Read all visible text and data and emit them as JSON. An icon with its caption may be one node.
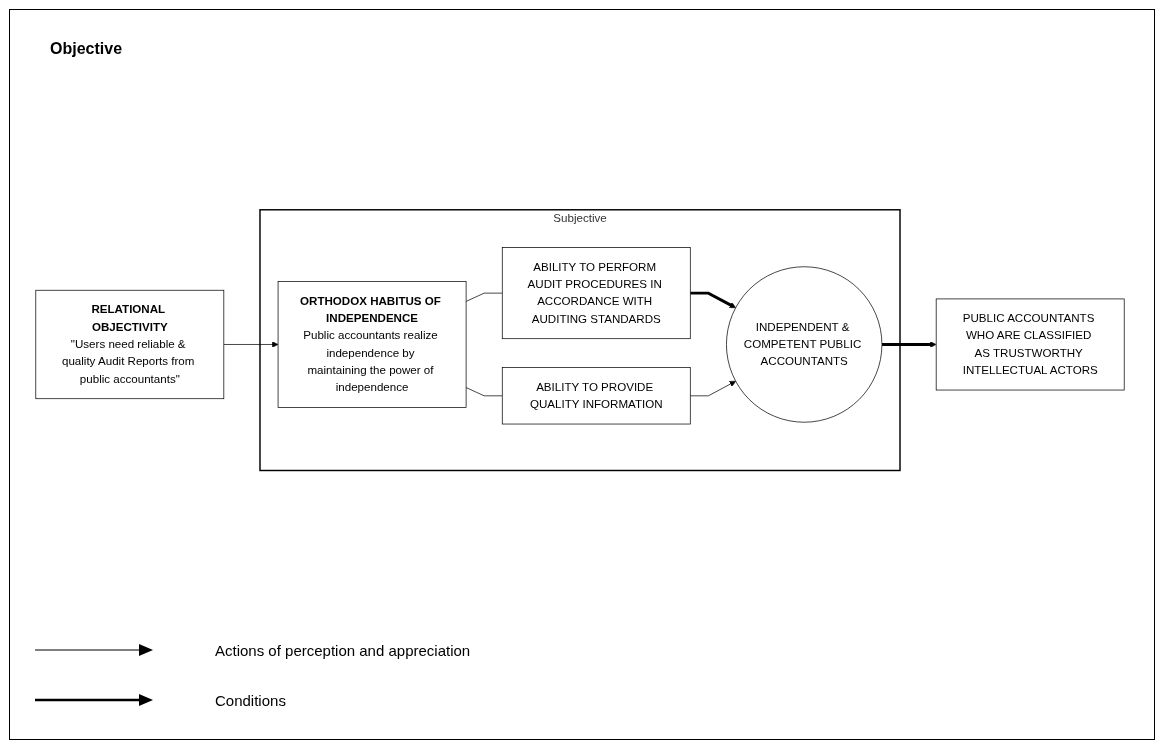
{
  "diagram": {
    "nodes": [
      {
        "text": [
          "RELATIONAL OBJECTIVITY",
          "\"Users need reliable & quality Audit Reports from public accountants\""
        ]
      },
      {
        "text": [
          "Subjective"
        ]
      },
      {
        "text": [
          "ORTHODOX HABITUS OF INDEPENDENCE",
          "Public accountants realize independence by maintaining the power of independence"
        ],
        "in": 1
      },
      {
        "text": [
          "ABILITY TO PERFORM AUDIT PROCEDURES IN ACCORDANCE WITH AUDITING STANDARDS"
        ],
        "in": 1
      },
      {
        "text": [
          "INDEPENDENT & COMPETENT PUBLIC ACCOUNTANTS"
        ],
        "in": 1
      },
      {
        "text": [
          "ABILITY TO PROVIDE QUALITY INFORMATION"
        ],
        "in": 1
      },
      {
        "text": [
          "PUBLIC ACCOUNTANTS WHO ARE CLASSIFIED AS TRUSTWORTHY INTELLECTUAL ACTORS"
        ]
      }
    ],
    "edges": [
      {
        "from": 0,
        "to": 2,
        "arrow": "to"
      },
      {
        "from": 2,
        "to": 3,
        "arrow": "none"
      },
      {
        "from": 2,
        "to": 5,
        "arrow": "none"
      },
      {
        "from": 3,
        "to": 4,
        "arrow": "to",
        "style": "thick"
      },
      {
        "from": 5,
        "to": 4,
        "arrow": "to"
      },
      {
        "from": 4,
        "to": 6,
        "arrow": "to",
        "style": "thick"
      }
    ],
    "labels": [
      "Objective"
    ],
    "legend": [
      {
        "text": "Actions of perception and appreciation"
      },
      {
        "text": "Conditions"
      }
    ]
  }
}
